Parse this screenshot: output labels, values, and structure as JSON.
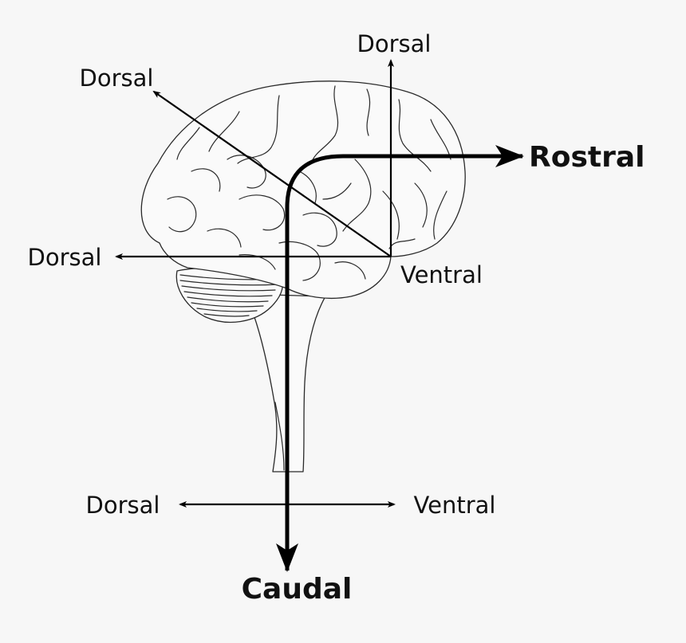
{
  "labels": {
    "dorsal_top": "Dorsal",
    "dorsal_diagonal": "Dorsal",
    "rostral": "Rostral",
    "dorsal_left": "Dorsal",
    "ventral_right": "Ventral",
    "dorsal_bottom": "Dorsal",
    "ventral_bottom": "Ventral",
    "caudal": "Caudal"
  }
}
